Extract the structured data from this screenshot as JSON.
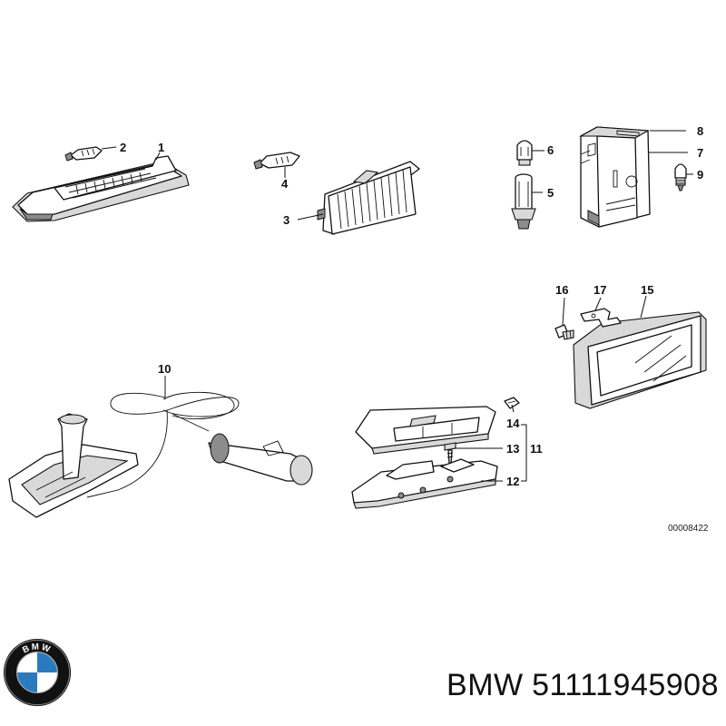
{
  "callouts": {
    "n1": "1",
    "n2": "2",
    "n3": "3",
    "n4": "4",
    "n5": "5",
    "n6": "6",
    "n7": "7",
    "n8": "8",
    "n9": "9",
    "n10": "10",
    "n11": "11",
    "n12": "12",
    "n13": "13",
    "n14": "14",
    "n15": "15",
    "n16": "16",
    "n17": "17"
  },
  "document_id": "00008422",
  "logo": {
    "text": "BMW",
    "colors": {
      "blue": "#2a7ac0",
      "ring": "#111111",
      "white": "#ffffff"
    }
  },
  "caption": {
    "brand": "BMW",
    "part_number": "51111945908"
  }
}
